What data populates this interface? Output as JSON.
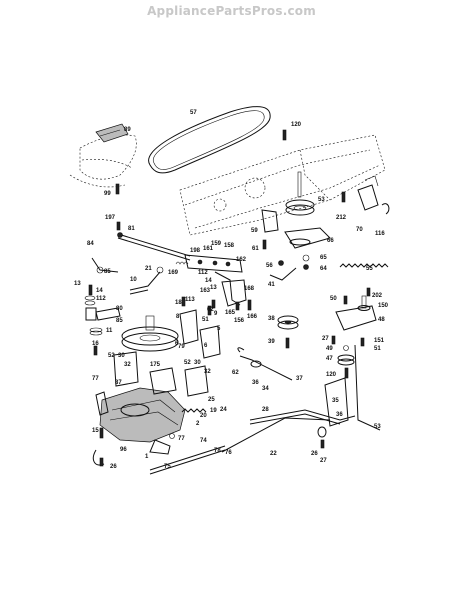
{
  "watermark": "AppliancePartsPros.com",
  "callouts": [
    {
      "id": "57",
      "text": "57"
    },
    {
      "id": "89",
      "text": "89"
    },
    {
      "id": "99",
      "text": "99"
    },
    {
      "id": "120",
      "text": "120"
    },
    {
      "id": "53",
      "text": "53"
    },
    {
      "id": "212",
      "text": "212"
    },
    {
      "id": "70",
      "text": "70"
    },
    {
      "id": "116",
      "text": "116"
    },
    {
      "id": "59",
      "text": "59"
    },
    {
      "id": "66",
      "text": "66"
    },
    {
      "id": "61",
      "text": "61"
    },
    {
      "id": "56",
      "text": "56"
    },
    {
      "id": "65",
      "text": "65"
    },
    {
      "id": "64",
      "text": "64"
    },
    {
      "id": "41",
      "text": "41"
    },
    {
      "id": "55",
      "text": "55"
    },
    {
      "id": "197",
      "text": "197"
    },
    {
      "id": "81",
      "text": "81"
    },
    {
      "id": "84",
      "text": "84"
    },
    {
      "id": "85a",
      "text": "85"
    },
    {
      "id": "198",
      "text": "198"
    },
    {
      "id": "161",
      "text": "161"
    },
    {
      "id": "159",
      "text": "159"
    },
    {
      "id": "158",
      "text": "158"
    },
    {
      "id": "162",
      "text": "162"
    },
    {
      "id": "169",
      "text": "169"
    },
    {
      "id": "112a",
      "text": "112"
    },
    {
      "id": "14a",
      "text": "14"
    },
    {
      "id": "13a",
      "text": "13"
    },
    {
      "id": "10",
      "text": "10"
    },
    {
      "id": "21",
      "text": "21"
    },
    {
      "id": "163",
      "text": "163"
    },
    {
      "id": "168",
      "text": "168"
    },
    {
      "id": "13b",
      "text": "13"
    },
    {
      "id": "14b",
      "text": "14"
    },
    {
      "id": "112b",
      "text": "112"
    },
    {
      "id": "80",
      "text": "80"
    },
    {
      "id": "85b",
      "text": "85"
    },
    {
      "id": "18",
      "text": "18"
    },
    {
      "id": "113",
      "text": "113"
    },
    {
      "id": "8",
      "text": "8"
    },
    {
      "id": "9",
      "text": "9"
    },
    {
      "id": "62",
      "text": "62"
    },
    {
      "id": "165",
      "text": "165"
    },
    {
      "id": "156",
      "text": "156"
    },
    {
      "id": "166",
      "text": "166"
    },
    {
      "id": "38",
      "text": "38"
    },
    {
      "id": "11",
      "text": "11"
    },
    {
      "id": "6a",
      "text": "6"
    },
    {
      "id": "51a",
      "text": "51"
    },
    {
      "id": "5",
      "text": "5"
    },
    {
      "id": "6b",
      "text": "6"
    },
    {
      "id": "39",
      "text": "39"
    },
    {
      "id": "50",
      "text": "50"
    },
    {
      "id": "202",
      "text": "202"
    },
    {
      "id": "150",
      "text": "150"
    },
    {
      "id": "48",
      "text": "48"
    },
    {
      "id": "27a",
      "text": "27"
    },
    {
      "id": "49",
      "text": "49"
    },
    {
      "id": "47",
      "text": "47"
    },
    {
      "id": "151",
      "text": "151"
    },
    {
      "id": "51b",
      "text": "51"
    },
    {
      "id": "120b",
      "text": "120"
    },
    {
      "id": "79",
      "text": "79"
    },
    {
      "id": "16",
      "text": "16"
    },
    {
      "id": "52a",
      "text": "52"
    },
    {
      "id": "30a",
      "text": "30"
    },
    {
      "id": "32a",
      "text": "32"
    },
    {
      "id": "52b",
      "text": "52"
    },
    {
      "id": "30b",
      "text": "30"
    },
    {
      "id": "175",
      "text": "175"
    },
    {
      "id": "77a",
      "text": "77"
    },
    {
      "id": "87",
      "text": "87"
    },
    {
      "id": "32b",
      "text": "32"
    },
    {
      "id": "62b",
      "text": "62"
    },
    {
      "id": "36a",
      "text": "36"
    },
    {
      "id": "34",
      "text": "34"
    },
    {
      "id": "37",
      "text": "37"
    },
    {
      "id": "25",
      "text": "25"
    },
    {
      "id": "19",
      "text": "19"
    },
    {
      "id": "20",
      "text": "20"
    },
    {
      "id": "24",
      "text": "24"
    },
    {
      "id": "2",
      "text": "2"
    },
    {
      "id": "28",
      "text": "28"
    },
    {
      "id": "35",
      "text": "35"
    },
    {
      "id": "36b",
      "text": "36"
    },
    {
      "id": "53b",
      "text": "53"
    },
    {
      "id": "15",
      "text": "15"
    },
    {
      "id": "77b",
      "text": "77"
    },
    {
      "id": "74",
      "text": "74"
    },
    {
      "id": "96",
      "text": "96"
    },
    {
      "id": "75",
      "text": "75"
    },
    {
      "id": "78",
      "text": "78"
    },
    {
      "id": "76",
      "text": "76"
    },
    {
      "id": "22",
      "text": "22"
    },
    {
      "id": "26a",
      "text": "26"
    },
    {
      "id": "27b",
      "text": "27"
    },
    {
      "id": "26b",
      "text": "26"
    },
    {
      "id": "1",
      "text": "1"
    }
  ]
}
